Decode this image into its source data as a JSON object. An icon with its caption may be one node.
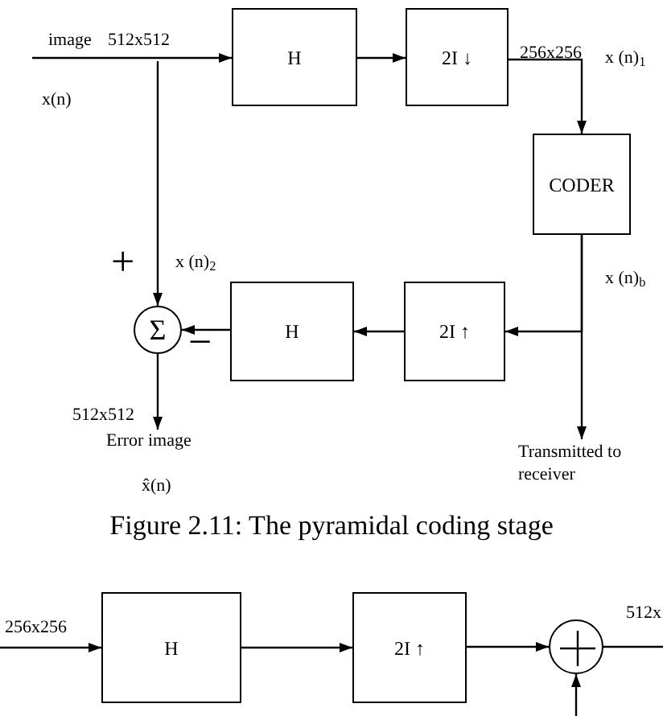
{
  "diagram": {
    "caption": "Figure 2.11: The pyramidal coding stage",
    "nodes": [
      {
        "text": [
          "H"
        ]
      },
      {
        "text": [
          "2I ↓"
        ]
      },
      {
        "text": [
          "CODER"
        ]
      },
      {
        "text": [
          "2I ↑"
        ]
      },
      {
        "text": [
          "H"
        ]
      },
      {
        "text": [
          "Σ"
        ]
      },
      {
        "text": [
          "Transmitted to receiver"
        ]
      },
      {
        "text": [
          "Error image"
        ]
      },
      {
        "text": [
          "H"
        ]
      },
      {
        "text": [
          "2I ↑"
        ]
      },
      {
        "text": [],
        "shape": "circle"
      }
    ],
    "edges": [
      {
        "from": null,
        "to": 0,
        "arrow": "to"
      },
      {
        "from": 0,
        "to": 1,
        "arrow": "to"
      },
      {
        "from": 1,
        "to": 2,
        "arrow": "to"
      },
      {
        "from": 2,
        "to": 6,
        "arrow": "to"
      },
      {
        "from": 2,
        "to": 3,
        "arrow": "to"
      },
      {
        "from": 3,
        "to": 4,
        "arrow": "to"
      },
      {
        "from": 4,
        "to": 5,
        "arrow": "to"
      },
      {
        "from": null,
        "to": 5,
        "arrow": "to"
      },
      {
        "from": 5,
        "to": 7,
        "arrow": "to"
      },
      {
        "from": null,
        "to": 8,
        "arrow": "to"
      },
      {
        "from": 8,
        "to": 9,
        "arrow": "to"
      },
      {
        "from": 9,
        "to": 10,
        "arrow": "to"
      },
      {
        "from": 10,
        "to": null,
        "arrow": "none"
      },
      {
        "from": null,
        "to": 10,
        "arrow": "to"
      }
    ],
    "labels": [
      "image",
      "512x512",
      "x(n)",
      "256x256",
      "x (n)$_{1}$",
      "+",
      "x (n)$_{2}$",
      "−",
      "x (n)$_{b}$",
      "512x512",
      "x̂(n)",
      "256x256",
      "512x"
    ]
  }
}
